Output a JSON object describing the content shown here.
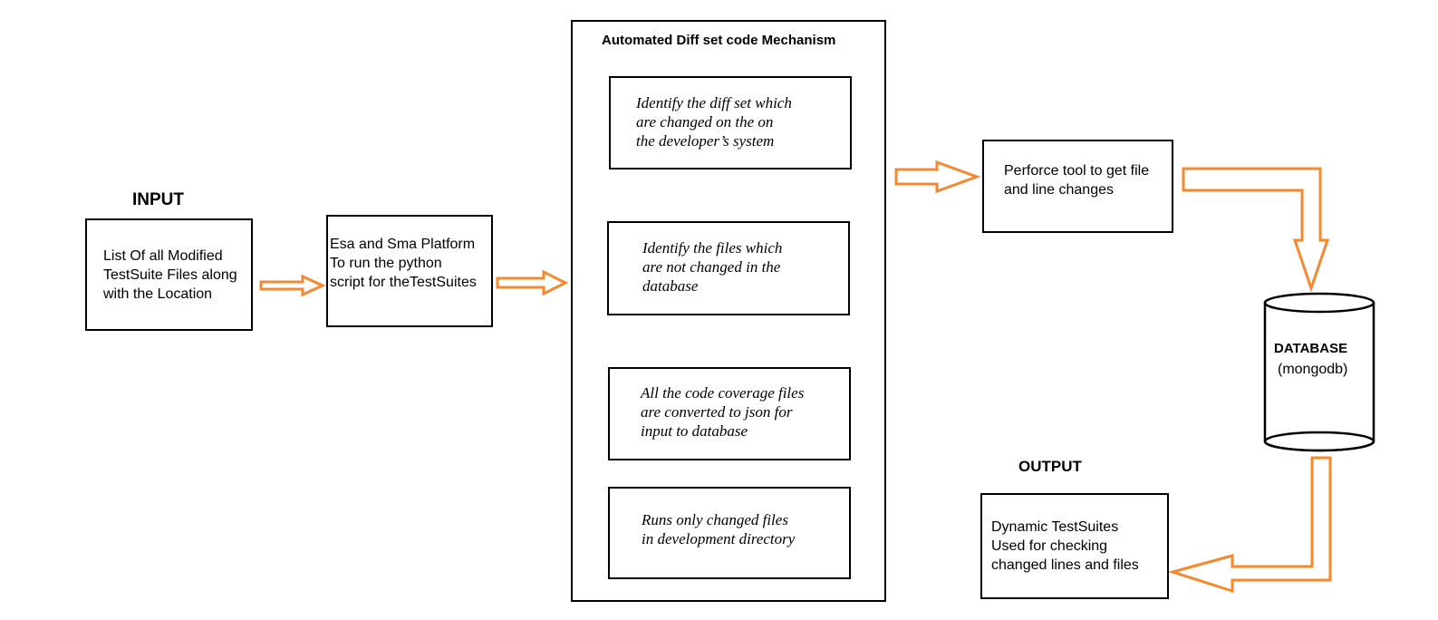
{
  "labels": {
    "input": "INPUT",
    "output": "OUTPUT"
  },
  "nodes": {
    "modified_files": "List Of all Modified\nTestSuite Files along\nwith the  Location",
    "platform": "Esa and Sma Platform\n   To run the python\n script for theTestSuites",
    "mechanism_title": "Automated Diff set code Mechanism",
    "step_identify_diff": "Identify the diff set which\nare changed on the  on\nthe developer’s system",
    "step_unchanged_files": "Identify the files which\nare not changed in the\ndatabase",
    "step_convert_json": "All the code coverage files\nare converted to json for\ninput to database",
    "step_run_changed": "Runs only changed files\nin development directory",
    "perforce": "Perforce tool to get file\nand line changes",
    "database": "DATABASE",
    "database_sub": "(mongodb)",
    "dynamic_testsuites": "Dynamic TestSuites\nUsed for checking\nchanged lines and files"
  },
  "colors": {
    "arrow": "#f7882f",
    "border": "#000000"
  }
}
